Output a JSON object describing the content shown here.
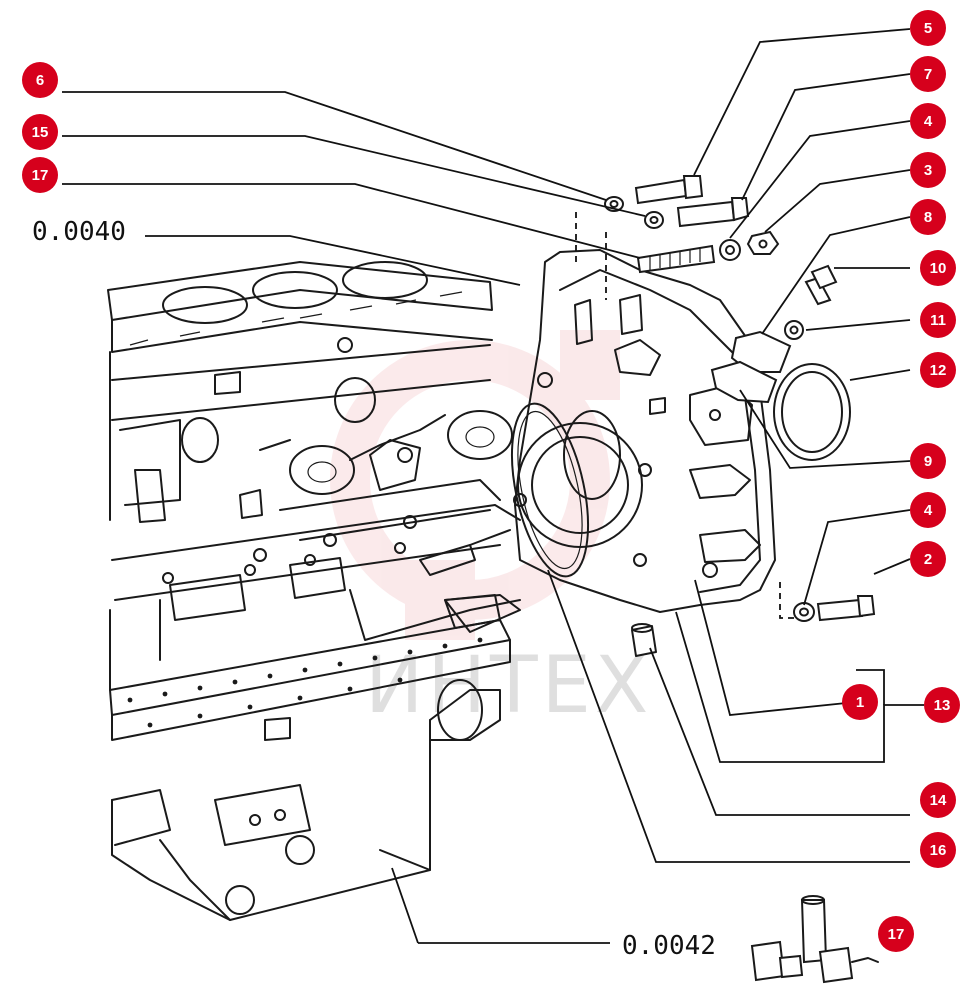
{
  "colors": {
    "badge": "#d6001c",
    "watermark_logo": "#f3c2c6",
    "ink": "#1a1a1a"
  },
  "watermark": {
    "text": "ИНТЕХ"
  },
  "references": [
    {
      "id": "ref-0040",
      "text": "0.0040"
    },
    {
      "id": "ref-0042",
      "text": "0.0042"
    }
  ],
  "callouts": [
    {
      "id": "c5",
      "label": "5"
    },
    {
      "id": "c7",
      "label": "7"
    },
    {
      "id": "c4a",
      "label": "4"
    },
    {
      "id": "c3",
      "label": "3"
    },
    {
      "id": "c8",
      "label": "8"
    },
    {
      "id": "c10",
      "label": "10"
    },
    {
      "id": "c11",
      "label": "11"
    },
    {
      "id": "c12",
      "label": "12"
    },
    {
      "id": "c9",
      "label": "9"
    },
    {
      "id": "c4b",
      "label": "4"
    },
    {
      "id": "c2",
      "label": "2"
    },
    {
      "id": "c1",
      "label": "1"
    },
    {
      "id": "c13",
      "label": "13"
    },
    {
      "id": "c14",
      "label": "14"
    },
    {
      "id": "c16",
      "label": "16"
    },
    {
      "id": "c6",
      "label": "6"
    },
    {
      "id": "c15",
      "label": "15"
    },
    {
      "id": "c17a",
      "label": "17"
    },
    {
      "id": "c17b",
      "label": "17"
    }
  ]
}
